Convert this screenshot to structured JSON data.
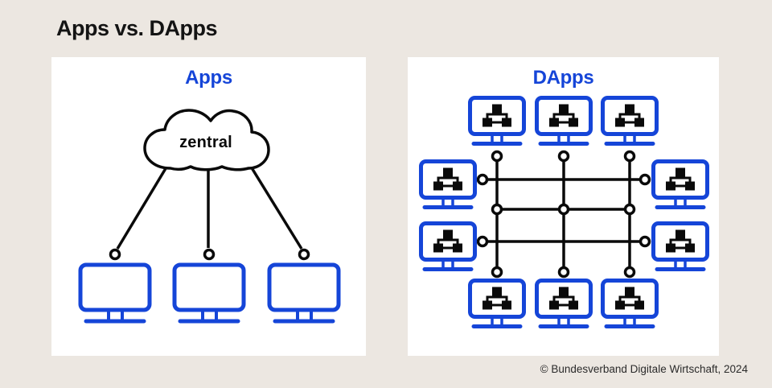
{
  "title": "Apps vs. DApps",
  "colors": {
    "bg": "#ECE7E1",
    "panel": "#FFFFFF",
    "accent": "#1545D8",
    "line": "#0A0A0A",
    "text": "#141414",
    "muted": "#2B2B2B"
  },
  "panels": {
    "apps": {
      "title": "Apps",
      "cloud_label": "zentral",
      "client_monitors": 3
    },
    "dapps": {
      "title": "DApps",
      "monitors_total": 10,
      "top_row_monitors": 3,
      "bottom_row_monitors": 3,
      "left_side_monitors": 2,
      "right_side_monitors": 2
    }
  },
  "footer": {
    "copyright": "© Bundesverband Digitale Wirtschaft, 2024"
  }
}
